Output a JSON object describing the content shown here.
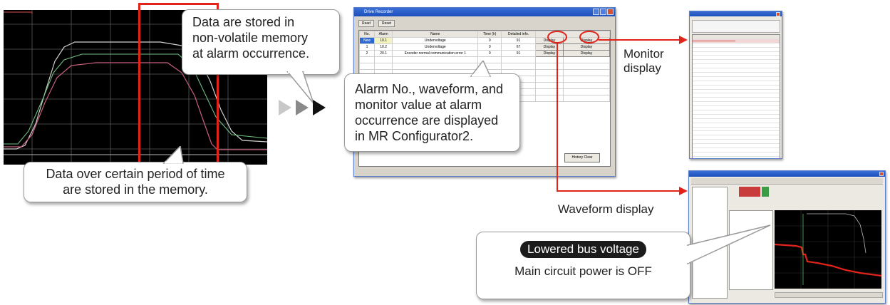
{
  "callouts": {
    "stored_alarm": [
      "Data are stored in",
      "non-volatile memory",
      "at alarm occurrence."
    ],
    "period": [
      "Data over certain period of time",
      "are stored in the memory."
    ],
    "display": [
      "Alarm No., waveform, and",
      "monitor value at alarm",
      "occurrence are displayed",
      "in MR Configurator2."
    ]
  },
  "labels": {
    "monitor_display": [
      "Monitor",
      "display"
    ],
    "waveform_display": "Waveform display",
    "bus_voltage": "Lowered bus voltage",
    "main_circuit": "Main circuit power is OFF"
  },
  "colors": {
    "accent_red": "#e2231a",
    "arrow_light": "#c8c8c8",
    "arrow_mid": "#8a8a8a",
    "arrow_dark": "#111111"
  },
  "alarm_window": {
    "title": "Drive Recorder",
    "tool_buttons": [
      "Read",
      "Reset"
    ],
    "columns": [
      "No.",
      "Alarm",
      "Name",
      "Time (h)",
      "Detailed info.",
      "",
      ""
    ],
    "rows": [
      {
        "no": "New",
        "alarm": "10.1",
        "name": "Undervoltage",
        "time": "0",
        "detail": "91",
        "btn1": "Display",
        "btn2": "Display"
      },
      {
        "no": "1",
        "alarm": "10.2",
        "name": "Undervoltage",
        "time": "0",
        "detail": "67",
        "btn1": "Display",
        "btn2": "Display"
      },
      {
        "no": "2",
        "alarm": "20.1",
        "name": "Encoder normal communication error 1",
        "time": "0",
        "detail": "91",
        "btn1": "Display",
        "btn2": "Display"
      }
    ],
    "history_button": "History Clear"
  }
}
